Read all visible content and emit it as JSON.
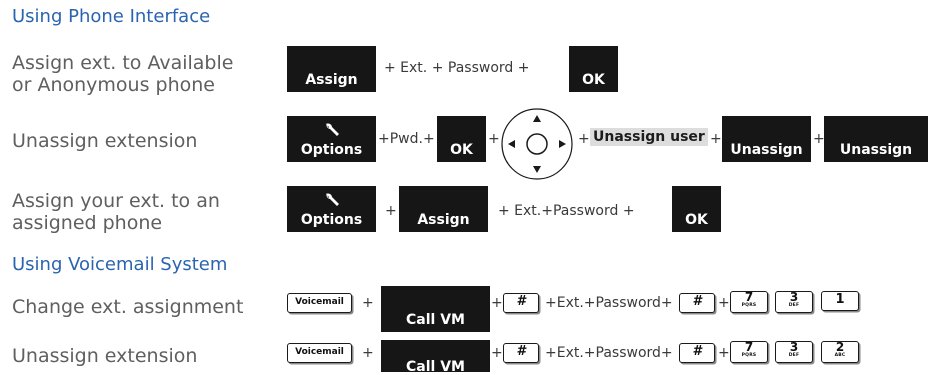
{
  "sections": {
    "phone_heading": "Using Phone Interface",
    "voicemail_heading": "Using Voicemail System"
  },
  "rows": {
    "assign": {
      "label_line1": "Assign ext. to Available",
      "label_line2": "or Anonymous phone",
      "softkey_assign": "Assign",
      "text_1": "+ Ext. + Password +",
      "softkey_ok": "OK"
    },
    "unassign": {
      "label": "Unassign extension",
      "softkey_options": "Options",
      "text_pwd": "+Pwd.+",
      "softkey_ok": "OK",
      "plus_1": "+",
      "plus_2": "+",
      "option_unassign_user": "Unassign user",
      "plus_3": "+",
      "softkey_unassign_1": "Unassign",
      "plus_4": "+",
      "softkey_unassign_2": "Unassign"
    },
    "assign_assigned": {
      "label_line1": "Assign your ext. to an",
      "label_line2": "assigned phone",
      "softkey_options": "Options",
      "plus_1": "+",
      "softkey_assign": "Assign",
      "text_1": "+ Ext.+Password +",
      "softkey_ok": "OK"
    },
    "vm_change": {
      "label": "Change ext. assignment",
      "key_voicemail": "Voicemail",
      "plus_1": "+",
      "softkey_callvm": "Call VM",
      "plus_2": "+",
      "key_hash_1": "#",
      "text_1": "+Ext.+Password+",
      "key_hash_2": "#",
      "plus_3": "+",
      "key_7": "7",
      "key_7_letters": "PQRS",
      "key_3": "3",
      "key_3_letters": "DEF",
      "key_1": "1"
    },
    "vm_unassign": {
      "label": "Unassign extension",
      "key_voicemail": "Voicemail",
      "plus_1": "+",
      "softkey_callvm": "Call VM",
      "plus_2": "+",
      "key_hash_1": "#",
      "text_1": "+Ext.+Password+",
      "key_hash_2": "#",
      "plus_3": "+",
      "key_7": "7",
      "key_7_letters": "PQRS",
      "key_3": "3",
      "key_3_letters": "DEF",
      "key_2": "2",
      "key_2_letters": "ABC"
    }
  },
  "icons": {
    "wrench": "wrench-icon",
    "navigation": "navigation-pad-icon"
  },
  "colors": {
    "heading": "#2a64b0",
    "label": "#5f5f5f",
    "softkey_bg": "#161616",
    "highlight": "#dddddd"
  }
}
